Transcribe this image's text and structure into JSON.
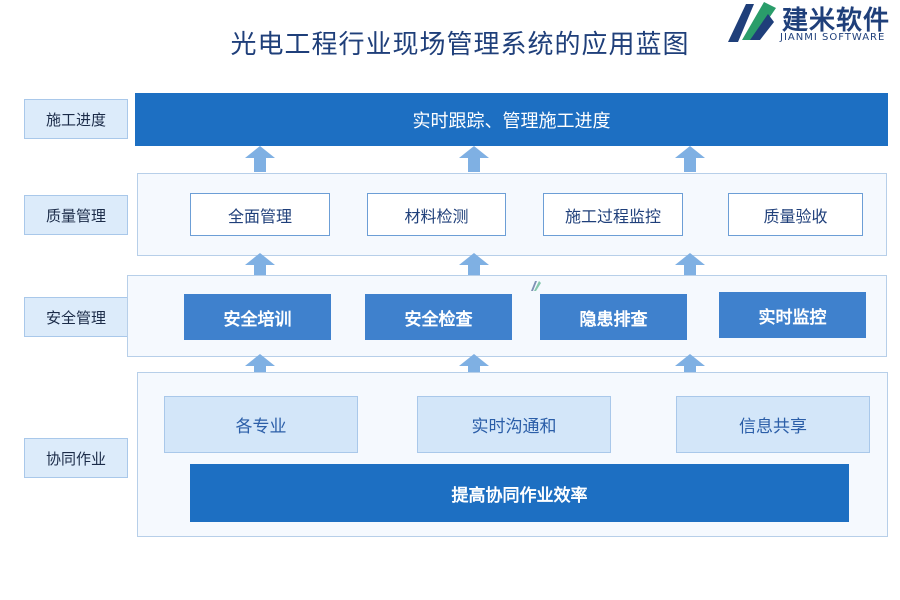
{
  "title": "光电工程行业现场管理系统的应用蓝图",
  "logo": {
    "name_cn": "建米软件",
    "name_en": "JIANMI SOFTWARE"
  },
  "rows": {
    "progress": {
      "label": "施工进度",
      "banner": "实时跟踪、管理施工进度"
    },
    "quality": {
      "label": "质量管理",
      "items": [
        "全面管理",
        "材料检测",
        "施工过程监控",
        "质量验收"
      ]
    },
    "safety": {
      "label": "安全管理",
      "items": [
        "安全培训",
        "安全检查",
        "隐患排查",
        "实时监控"
      ]
    },
    "collab": {
      "label": "协同作业",
      "items": [
        "各专业",
        "实时沟通和",
        "信息共享"
      ],
      "banner": "提高协同作业效率"
    }
  },
  "colors": {
    "dark_blue": "#1d6fc2",
    "mid_blue": "#3f81cd",
    "light_blue": "#d3e6f9",
    "arrow": "#7fb0e3",
    "title": "#1f3f7a"
  }
}
